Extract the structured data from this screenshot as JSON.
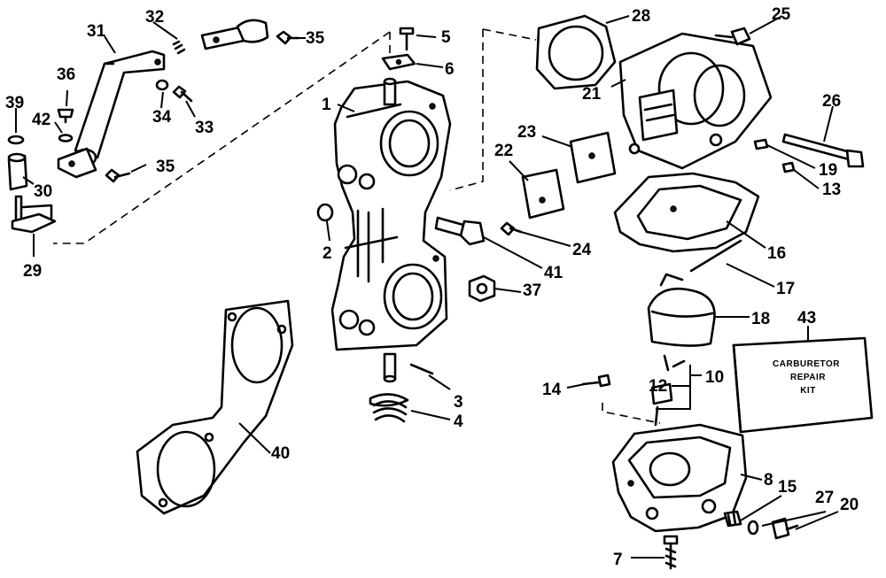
{
  "callouts": {
    "c1": "1",
    "c2": "2",
    "c3": "3",
    "c4": "4",
    "c5": "5",
    "c6": "6",
    "c7": "7",
    "c8": "8",
    "c10": "10",
    "c12": "12",
    "c13": "13",
    "c14": "14",
    "c15": "15",
    "c16": "16",
    "c17": "17",
    "c18": "18",
    "c19": "19",
    "c20": "20",
    "c21": "21",
    "c22": "22",
    "c23": "23",
    "c24": "24",
    "c25": "25",
    "c26": "26",
    "c27": "27",
    "c28": "28",
    "c29": "29",
    "c30": "30",
    "c31": "31",
    "c32": "32",
    "c33": "33",
    "c34": "34",
    "c35a": "35",
    "c35b": "35",
    "c36": "36",
    "c37": "37",
    "c39": "39",
    "c40": "40",
    "c41": "41",
    "c42": "42",
    "c43": "43"
  },
  "kit_box": {
    "line1": "CARBURETOR",
    "line2": "REPAIR",
    "line3": "KIT"
  }
}
